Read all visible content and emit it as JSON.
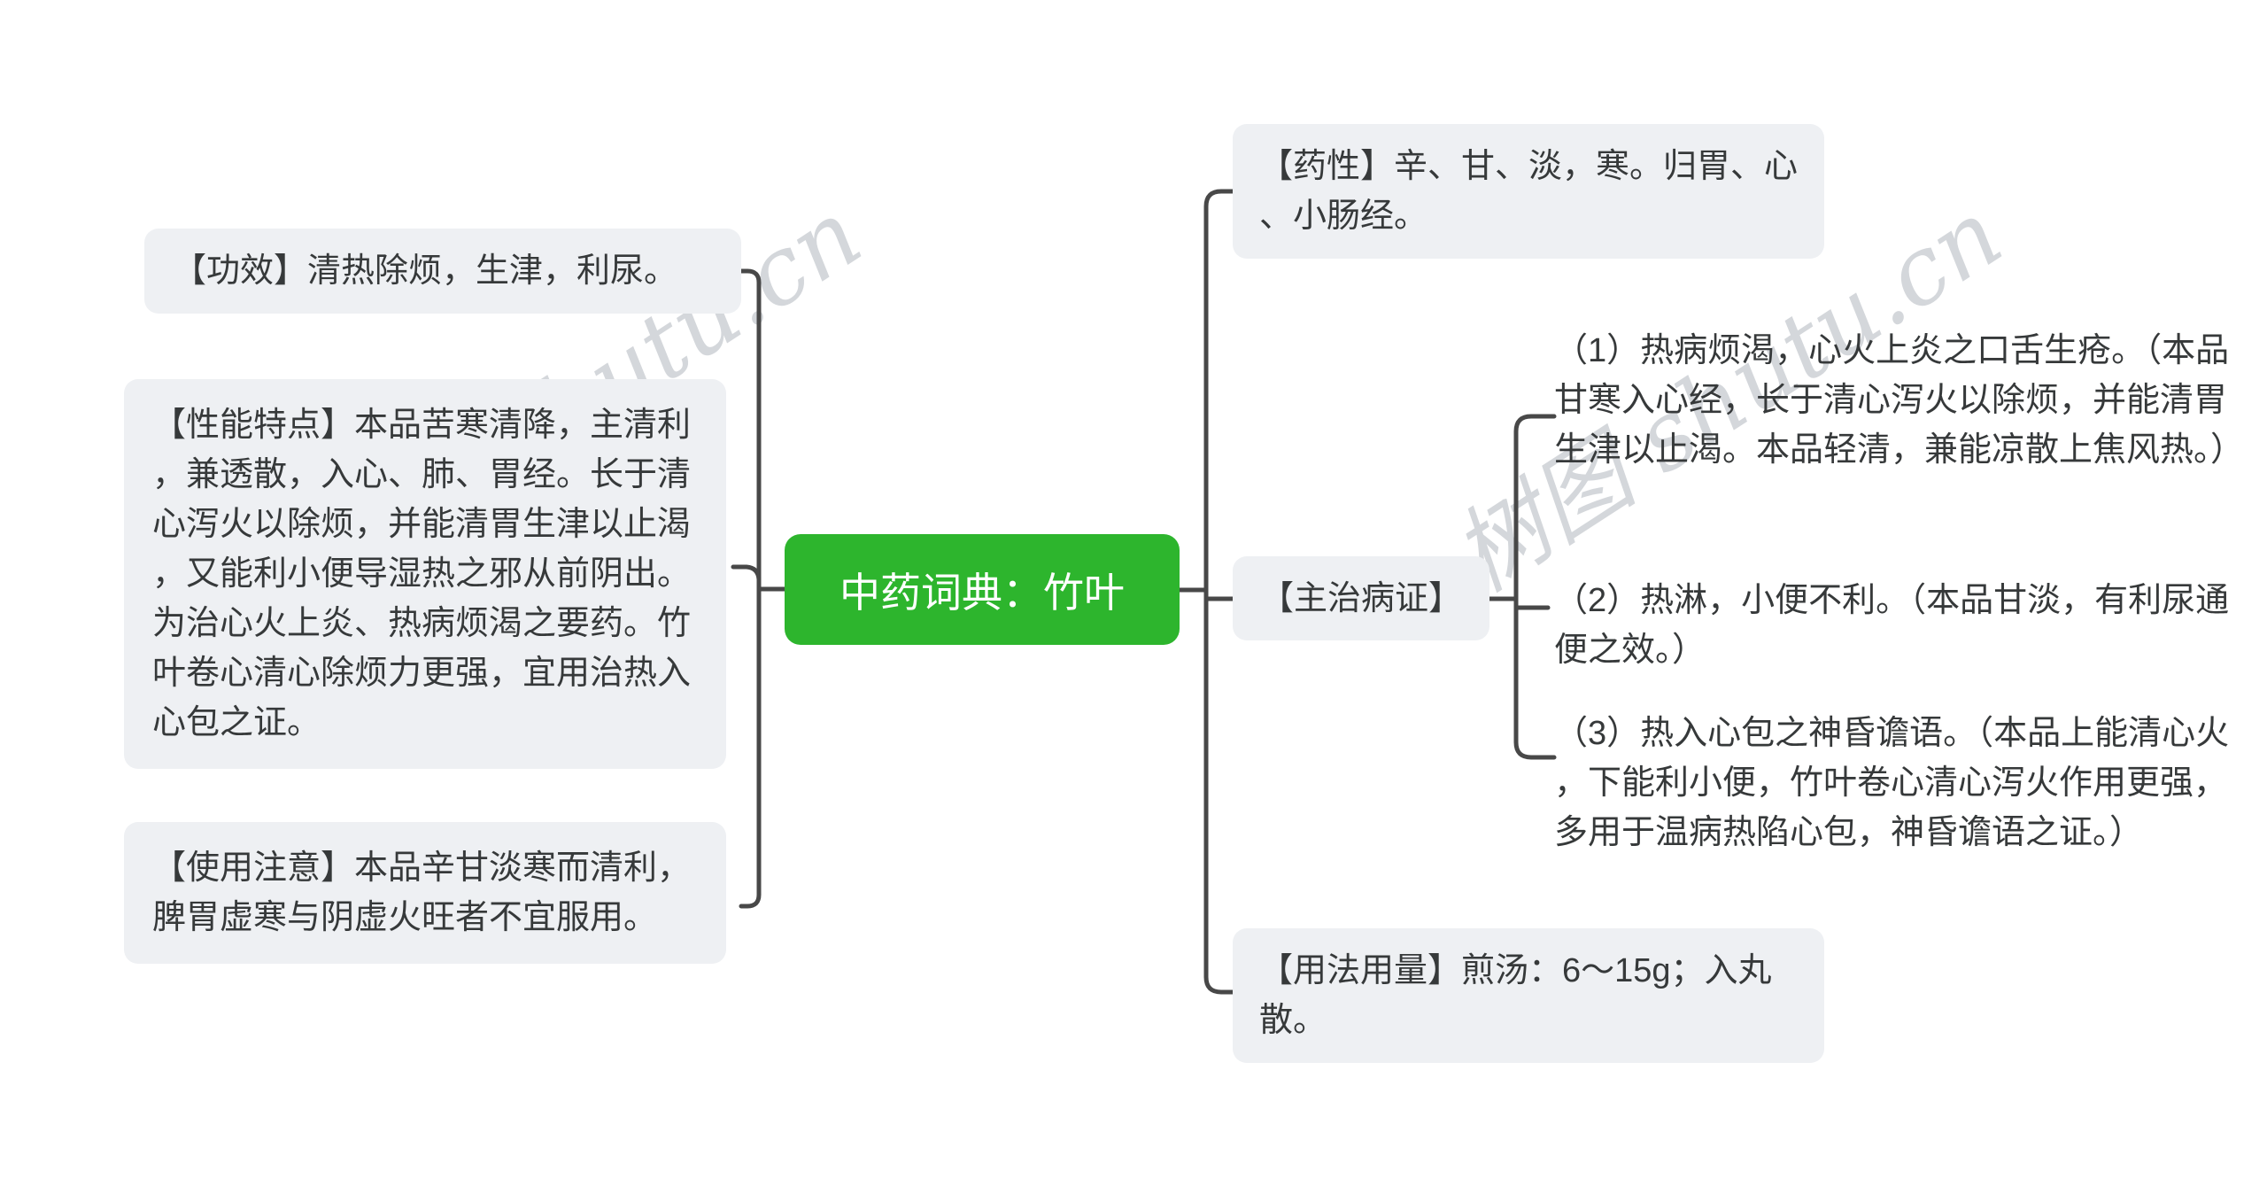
{
  "diagram": {
    "type": "mindmap",
    "root": {
      "label": "中药词典：竹叶"
    },
    "left_branches": [
      {
        "id": "gongxiao",
        "text": "【功效】清热除烦，生津，利尿。"
      },
      {
        "id": "xingneng",
        "text": "【性能特点】本品苦寒清降，主清利，兼透散，入心、肺、胃经。长于清心泻火以除烦，并能清胃生津以止渴，又能利小便导湿热之邪从前阴出。为治心火上炎、热病烦渴之要药。竹叶卷心清心除烦力更强，宜用治热入心包之证。"
      },
      {
        "id": "shiyong",
        "text": "【使用注意】本品辛甘淡寒而清利，脾胃虚寒与阴虚火旺者不宜服用。"
      }
    ],
    "right_branches": [
      {
        "id": "yaoxing",
        "text": "【药性】辛、甘、淡，寒。归胃、心、小肠经。"
      },
      {
        "id": "zhuzhi",
        "text": "【主治病证】",
        "children": [
          {
            "id": "zhuzhi-1",
            "text": "（1）热病烦渴，心火上炎之口舌生疮。（本品甘寒入心经，长于清心泻火以除烦，并能清胃生津以止渴。本品轻清，兼能凉散上焦风热。）"
          },
          {
            "id": "zhuzhi-2",
            "text": "（2）热淋，小便不利。（本品甘淡，有利尿通便之效。）"
          },
          {
            "id": "zhuzhi-3",
            "text": "（3）热入心包之神昏谵语。（本品上能清心火，下能利小便，竹叶卷心清心泻火作用更强，多用于温病热陷心包，神昏谵语之证。）"
          }
        ]
      },
      {
        "id": "yongfa",
        "text": "【用法用量】煎汤：6～15g；入丸散。"
      }
    ],
    "watermark": {
      "text": "树图 shutu.cn"
    },
    "colors": {
      "root_bg": "#2db52d",
      "root_text": "#ffffff",
      "branch_bg": "#eef0f3",
      "connector": "#484848",
      "text": "#36393a",
      "background": "#ffffff"
    }
  }
}
